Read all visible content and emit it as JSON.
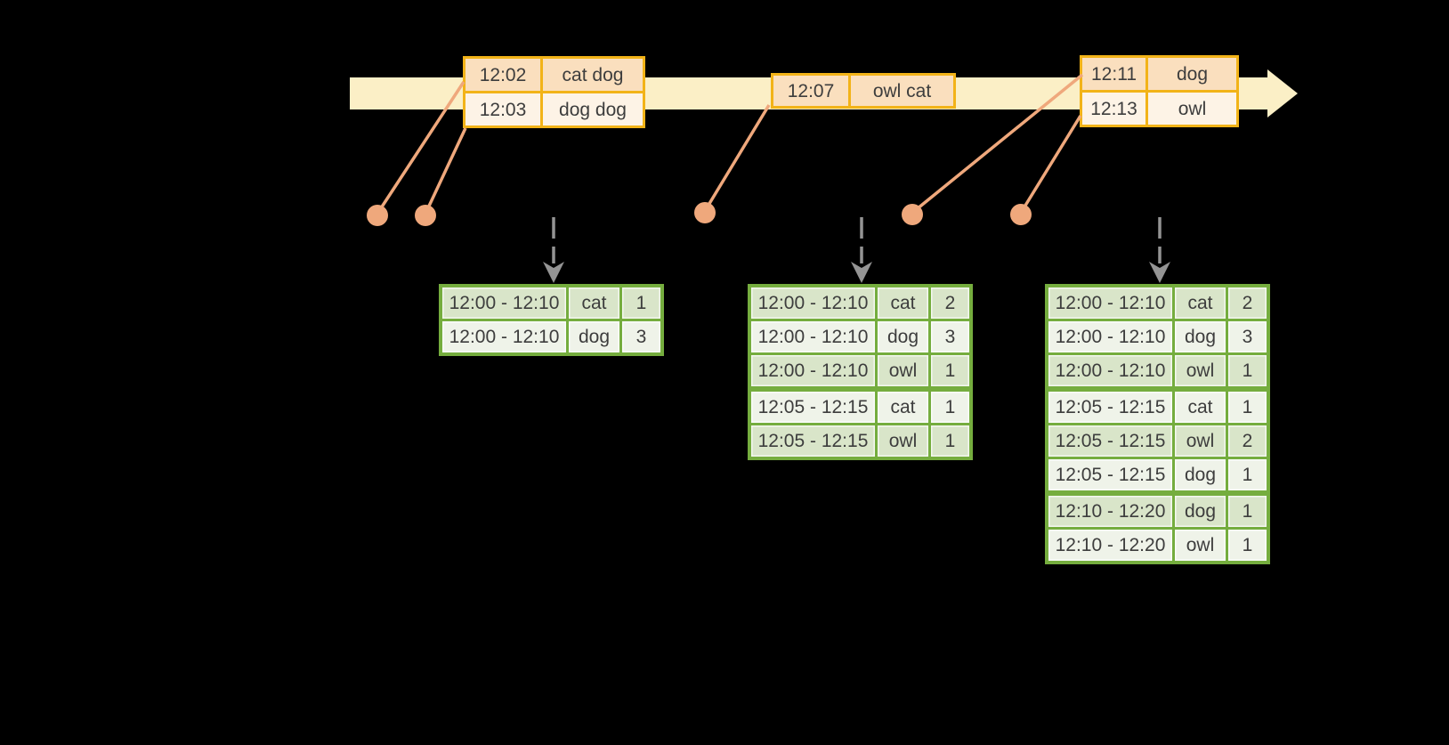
{
  "palette": {
    "background": "#000000",
    "timeline_fill": "#fbefc6",
    "event_border": "#f2b318",
    "event_row_dark": "#fadfbe",
    "event_row_light": "#fdf3e6",
    "connector": "#efa87c",
    "trigger_arrow": "#949494",
    "result_border": "#75ad3e",
    "result_row_dark": "#d9e5c9",
    "result_row_light": "#eff3e9",
    "text_color": "#3d3d3d"
  },
  "event_tables": [
    {
      "rows": [
        {
          "time": "12:02",
          "words": "cat dog"
        },
        {
          "time": "12:03",
          "words": "dog dog"
        }
      ]
    },
    {
      "rows": [
        {
          "time": "12:07",
          "words": "owl cat"
        }
      ]
    },
    {
      "rows": [
        {
          "time": "12:11",
          "words": "dog"
        },
        {
          "time": "12:13",
          "words": "owl"
        }
      ]
    }
  ],
  "result_tables": [
    {
      "rows": [
        {
          "window": "12:00 - 12:10",
          "word": "cat",
          "count": "1"
        },
        {
          "window": "12:00 - 12:10",
          "word": "dog",
          "count": "3"
        }
      ]
    },
    {
      "rows": [
        {
          "window": "12:00 - 12:10",
          "word": "cat",
          "count": "2"
        },
        {
          "window": "12:00 - 12:10",
          "word": "dog",
          "count": "3"
        },
        {
          "window": "12:00 - 12:10",
          "word": "owl",
          "count": "1"
        },
        {
          "window": "12:05 - 12:15",
          "word": "cat",
          "count": "1"
        },
        {
          "window": "12:05 - 12:15",
          "word": "owl",
          "count": "1"
        }
      ]
    },
    {
      "rows": [
        {
          "window": "12:00 - 12:10",
          "word": "cat",
          "count": "2"
        },
        {
          "window": "12:00 - 12:10",
          "word": "dog",
          "count": "3"
        },
        {
          "window": "12:00 - 12:10",
          "word": "owl",
          "count": "1"
        },
        {
          "window": "12:05 - 12:15",
          "word": "cat",
          "count": "1"
        },
        {
          "window": "12:05 - 12:15",
          "word": "owl",
          "count": "2"
        },
        {
          "window": "12:05 - 12:15",
          "word": "dog",
          "count": "1"
        },
        {
          "window": "12:10 - 12:20",
          "word": "dog",
          "count": "1"
        },
        {
          "window": "12:10 - 12:20",
          "word": "owl",
          "count": "1"
        }
      ]
    }
  ]
}
